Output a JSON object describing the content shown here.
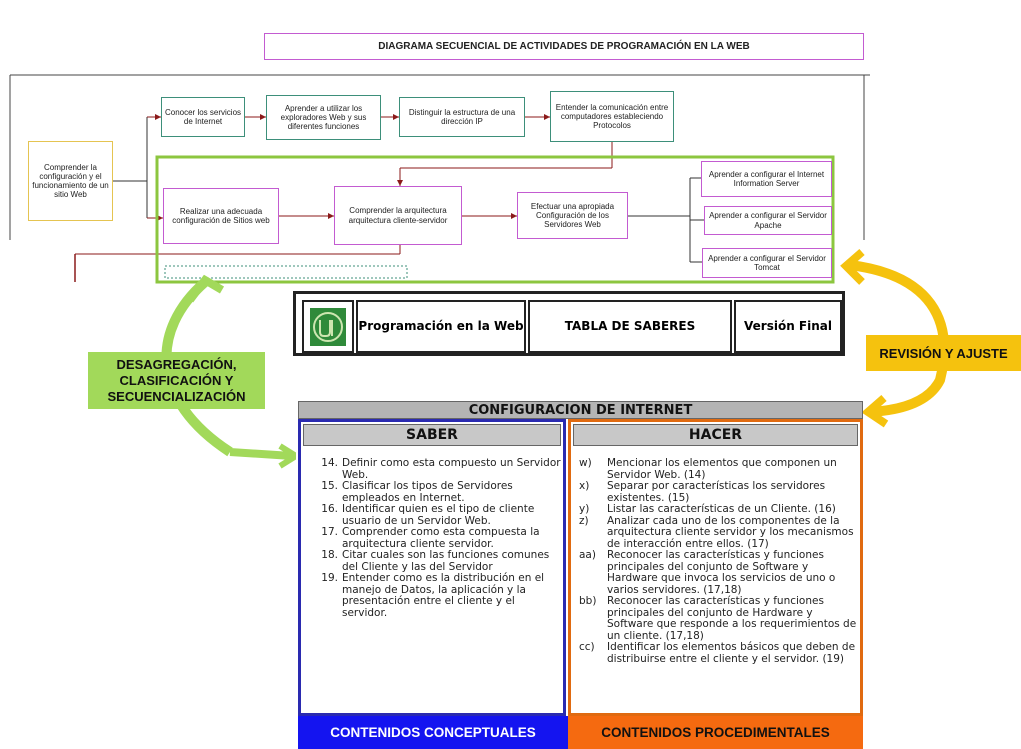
{
  "diagram": {
    "title": "DIAGRAMA SECUENCIAL DE ACTIVIDADES DE PROGRAMACIÓN EN LA WEB",
    "start_node": "Comprender la configuración y el funcionamiento de un sitio Web",
    "top_row": [
      "Conocer los servicios de Internet",
      "Aprender a utilizar los exploradores Web y sus diferentes funciones",
      "Distinguir la estructura de una dirección IP",
      "Entender la comunicación entre computadores estableciendo Protocolos"
    ],
    "middle_row": [
      "Realizar una adecuada configuración de Sitios web",
      "Comprender la arquitectura arquitectura cliente-servidor",
      "Efectuar una apropiada Configuración de los Servidores Web"
    ],
    "server_nodes": [
      "Aprender a configurar el Internet Information Server",
      "Aprender a configurar el Servidor Apache",
      "Aprender a configurar el Servidor Tomcat"
    ]
  },
  "banner": {
    "logo": "UD-logo",
    "subject": "Programación en la Web",
    "table_title": "TABLA DE SABERES",
    "version": "Versión Final"
  },
  "labels": {
    "left_arrow": "DESAGREGACIÓN, CLASIFICACIÓN Y SECUENCIALIZACIÓN",
    "right_arrow": "REVISIÓN Y AJUSTE"
  },
  "table": {
    "header": "CONFIGURACION DE INTERNET",
    "saber_title": "SABER",
    "hacer_title": "HACER",
    "saber_items": [
      {
        "n": "14.",
        "text": "Definir como esta compuesto un Servidor Web."
      },
      {
        "n": "15.",
        "text": "Clasificar los tipos de Servidores empleados en Internet."
      },
      {
        "n": "16.",
        "text": "Identificar quien es el tipo de cliente usuario de un Servidor Web."
      },
      {
        "n": "17.",
        "text": "Comprender como esta compuesta la arquitectura cliente servidor."
      },
      {
        "n": "18.",
        "text": "Citar cuales son las funciones comunes del Cliente y las del Servidor"
      },
      {
        "n": "19.",
        "text": "Entender como es la distribución en el manejo de Datos, la aplicación y la presentación entre el cliente y el servidor."
      }
    ],
    "hacer_items": [
      {
        "n": "w)",
        "text": "Mencionar los elementos que componen un Servidor Web. (14)"
      },
      {
        "n": "x)",
        "text": "Separar por características los servidores existentes. (15)"
      },
      {
        "n": "y)",
        "text": "Listar las características de un Cliente. (16)"
      },
      {
        "n": "z)",
        "text": "Analizar cada uno de los componentes de la arquitectura cliente servidor y los mecanismos de interacción entre ellos. (17)"
      },
      {
        "n": "aa)",
        "text": "Reconocer las características y funciones principales del conjunto de Software y Hardware que invoca los servicios de uno o varios servidores. (17,18)"
      },
      {
        "n": "bb)",
        "text": "Reconocer las características y funciones principales del conjunto de Hardware y Software que responde a los requerimientos de un cliente. (17,18)"
      },
      {
        "n": "cc)",
        "text": "Identificar los elementos básicos que deben de distribuirse entre el cliente y el servidor. (19)"
      }
    ],
    "footer_left": "CONTENIDOS CONCEPTUALES",
    "footer_right": "CONTENIDOS PROCEDIMENTALES"
  },
  "colors": {
    "magenta": "#c35bd1",
    "teal": "#3d8f7a",
    "dark_red": "#8b1a1a",
    "green_frame": "#8cc63f",
    "blue": "#1414f0",
    "orange": "#f56a10",
    "yellow": "#f5c20e",
    "light_green": "#a2d95a"
  }
}
